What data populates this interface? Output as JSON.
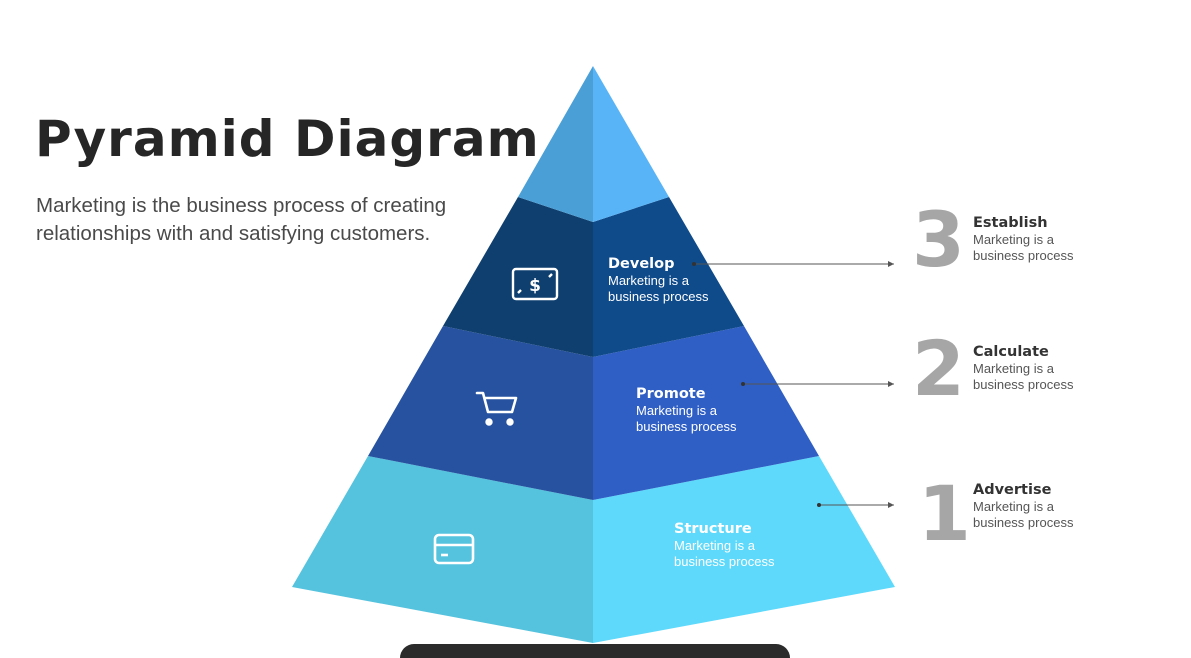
{
  "title": "Pyramid Diagram",
  "subtitle": "Marketing is the business process of creating relationships with and satisfying customers.",
  "colors": {
    "top_left": "#4a9fd6",
    "top_right": "#58b4f7",
    "mid_upper_left": "#0f3f6e",
    "mid_upper_right": "#0f4a8a",
    "mid_lower_left": "#2652a0",
    "mid_lower_right": "#2f5fc4",
    "base_left": "#55c2de",
    "base_right": "#5fd9fb",
    "number_gray": "#a6a6a6"
  },
  "layers": [
    {
      "heading": "Develop",
      "text": "Marketing is a business process",
      "icon": "dollar-bill-icon"
    },
    {
      "heading": "Promote",
      "text": "Marketing is a business process",
      "icon": "shopping-cart-icon"
    },
    {
      "heading": "Structure",
      "text": "Marketing is a business process",
      "icon": "credit-card-icon"
    }
  ],
  "steps": [
    {
      "number": "3",
      "heading": "Establish",
      "text": "Marketing is a business process"
    },
    {
      "number": "2",
      "heading": "Calculate",
      "text": "Marketing is a business process"
    },
    {
      "number": "1",
      "heading": "Advertise",
      "text": "Marketing is a business process"
    }
  ]
}
